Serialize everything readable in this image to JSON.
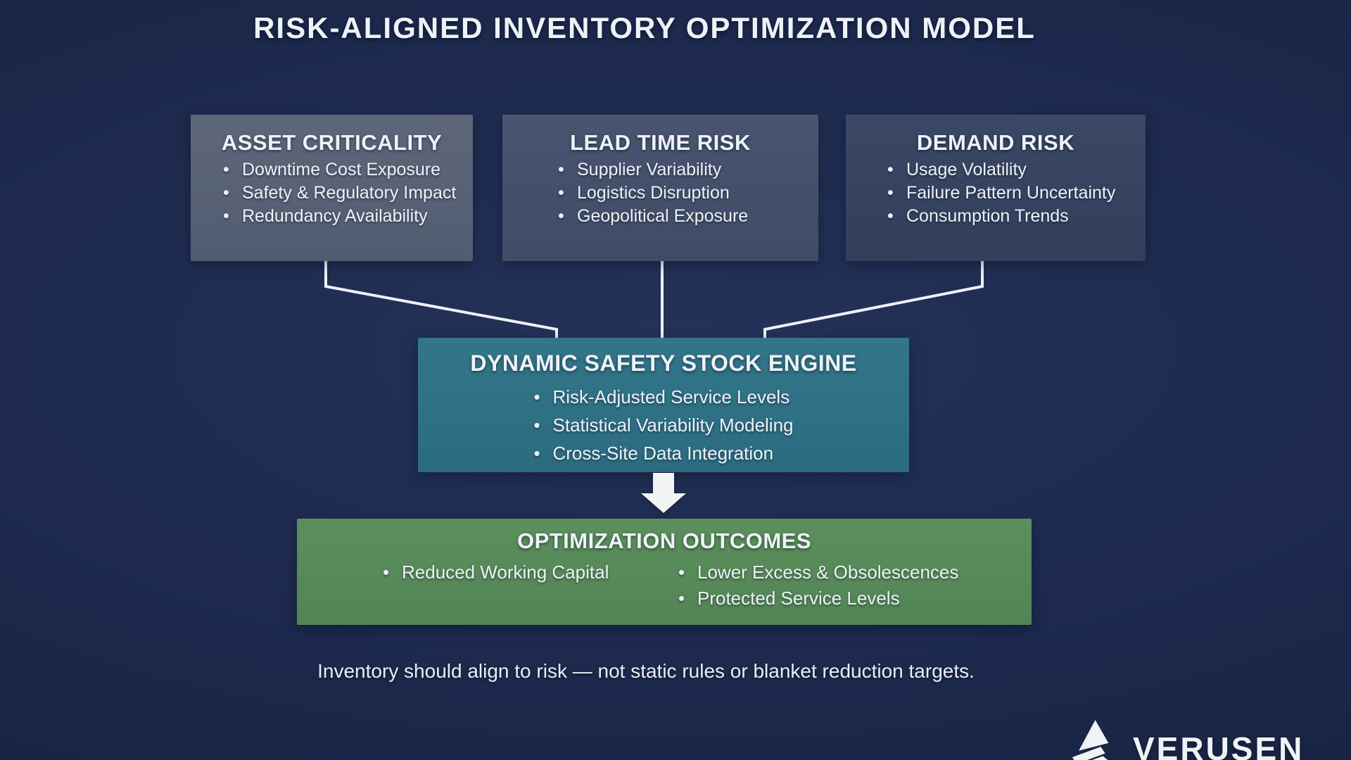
{
  "slide": {
    "title": "RISK-ALIGNED INVENTORY OPTIMIZATION MODEL",
    "footer_note": "Inventory should align to risk — not static rules or blanket reduction targets."
  },
  "risk_boxes": [
    {
      "title": "ASSET CRITICALITY",
      "items": [
        "Downtime Cost Exposure",
        "Safety & Regulatory Impact",
        "Redundancy Availability"
      ]
    },
    {
      "title": "LEAD TIME RISK",
      "items": [
        "Supplier Variability",
        "Logistics Disruption",
        "Geopolitical Exposure"
      ]
    },
    {
      "title": "DEMAND RISK",
      "items": [
        "Usage Volatility",
        "Failure Pattern Uncertainty",
        "Consumption Trends"
      ]
    }
  ],
  "engine": {
    "title": "DYNAMIC SAFETY STOCK ENGINE",
    "items": [
      "Risk-Adjusted Service Levels",
      "Statistical Variability Modeling",
      "Cross-Site Data Integration"
    ]
  },
  "outcomes": {
    "title": "OPTIMIZATION OUTCOMES",
    "columns": [
      [
        "Reduced Working Capital"
      ],
      [
        "Lower Excess & Obsolescences",
        "Protected Service Levels"
      ]
    ]
  },
  "logo": {
    "brand": "VERUSEN"
  },
  "icons": {
    "flow_arrow": "block-down-arrow",
    "logo_mark": "verusen-triangle-mark"
  },
  "colors": {
    "background_navy": "#1d2a4e",
    "box_asset_slate": "#5b6477",
    "box_lead_steel": "#45516c",
    "box_demand_navy": "#364260",
    "engine_teal": "#2e7185",
    "outcomes_green": "#578a58",
    "connector_white": "#eef1f5",
    "text_white": "#eef2f7"
  }
}
